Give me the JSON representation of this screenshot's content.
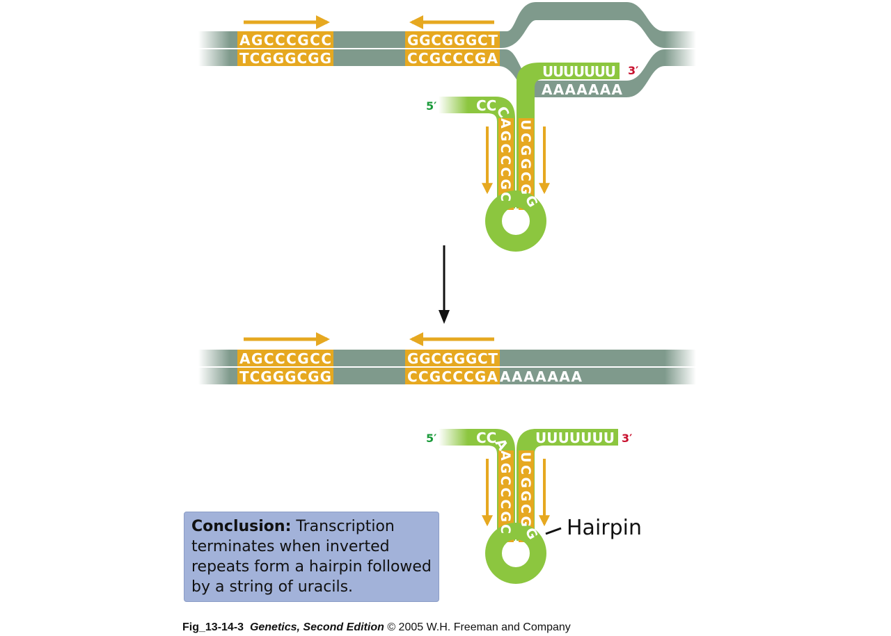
{
  "top_panel": {
    "dna_left_repeat_top": "AGCCCGCC",
    "dna_left_repeat_bottom": "TCGGGCGG",
    "dna_right_repeat_top": "GGCGGGCT",
    "dna_right_repeat_bottom": "CCGCCCGA",
    "rna_u_tail": "UUUUUUU",
    "dna_a_run": "AAAAAAA",
    "rna_start": "CC",
    "rna_start_curve": "C",
    "stem_left": "AGCCCGC",
    "stem_right": "UCGGCG",
    "stem_right_end": "G",
    "label_5prime": "5′",
    "label_3prime": "3′"
  },
  "bottom_panel": {
    "dna_left_repeat_top": "AGCCCGCC",
    "dna_left_repeat_bottom": "TCGGGCGG",
    "dna_right_repeat_top": "GGCGGGCT",
    "dna_right_repeat_bottom": "CCGCCCGA",
    "dna_a_run": "AAAAAAA",
    "rna_start": "CC",
    "rna_start_curve": "A",
    "rna_u_tail": "UUUUUUU",
    "stem_left": "AGCCCGC",
    "stem_right": "UCGGCG",
    "stem_right_end": "G",
    "label_5prime": "5′",
    "label_3prime": "3′",
    "hairpin_label": "Hairpin"
  },
  "conclusion": {
    "heading": "Conclusion:",
    "text": " Transcription terminates when inverted repeats form a hairpin followed by a string of uracils."
  },
  "caption": {
    "figure": "Fig_13-14-3",
    "book": "Genetics, Second Edition",
    "credit": "© 2005 W.H. Freeman and Company"
  },
  "colors": {
    "dna": "#7f9a8c",
    "repeat": "#e6a820",
    "rna": "#8cc63f",
    "arrow": "#e6a820"
  }
}
